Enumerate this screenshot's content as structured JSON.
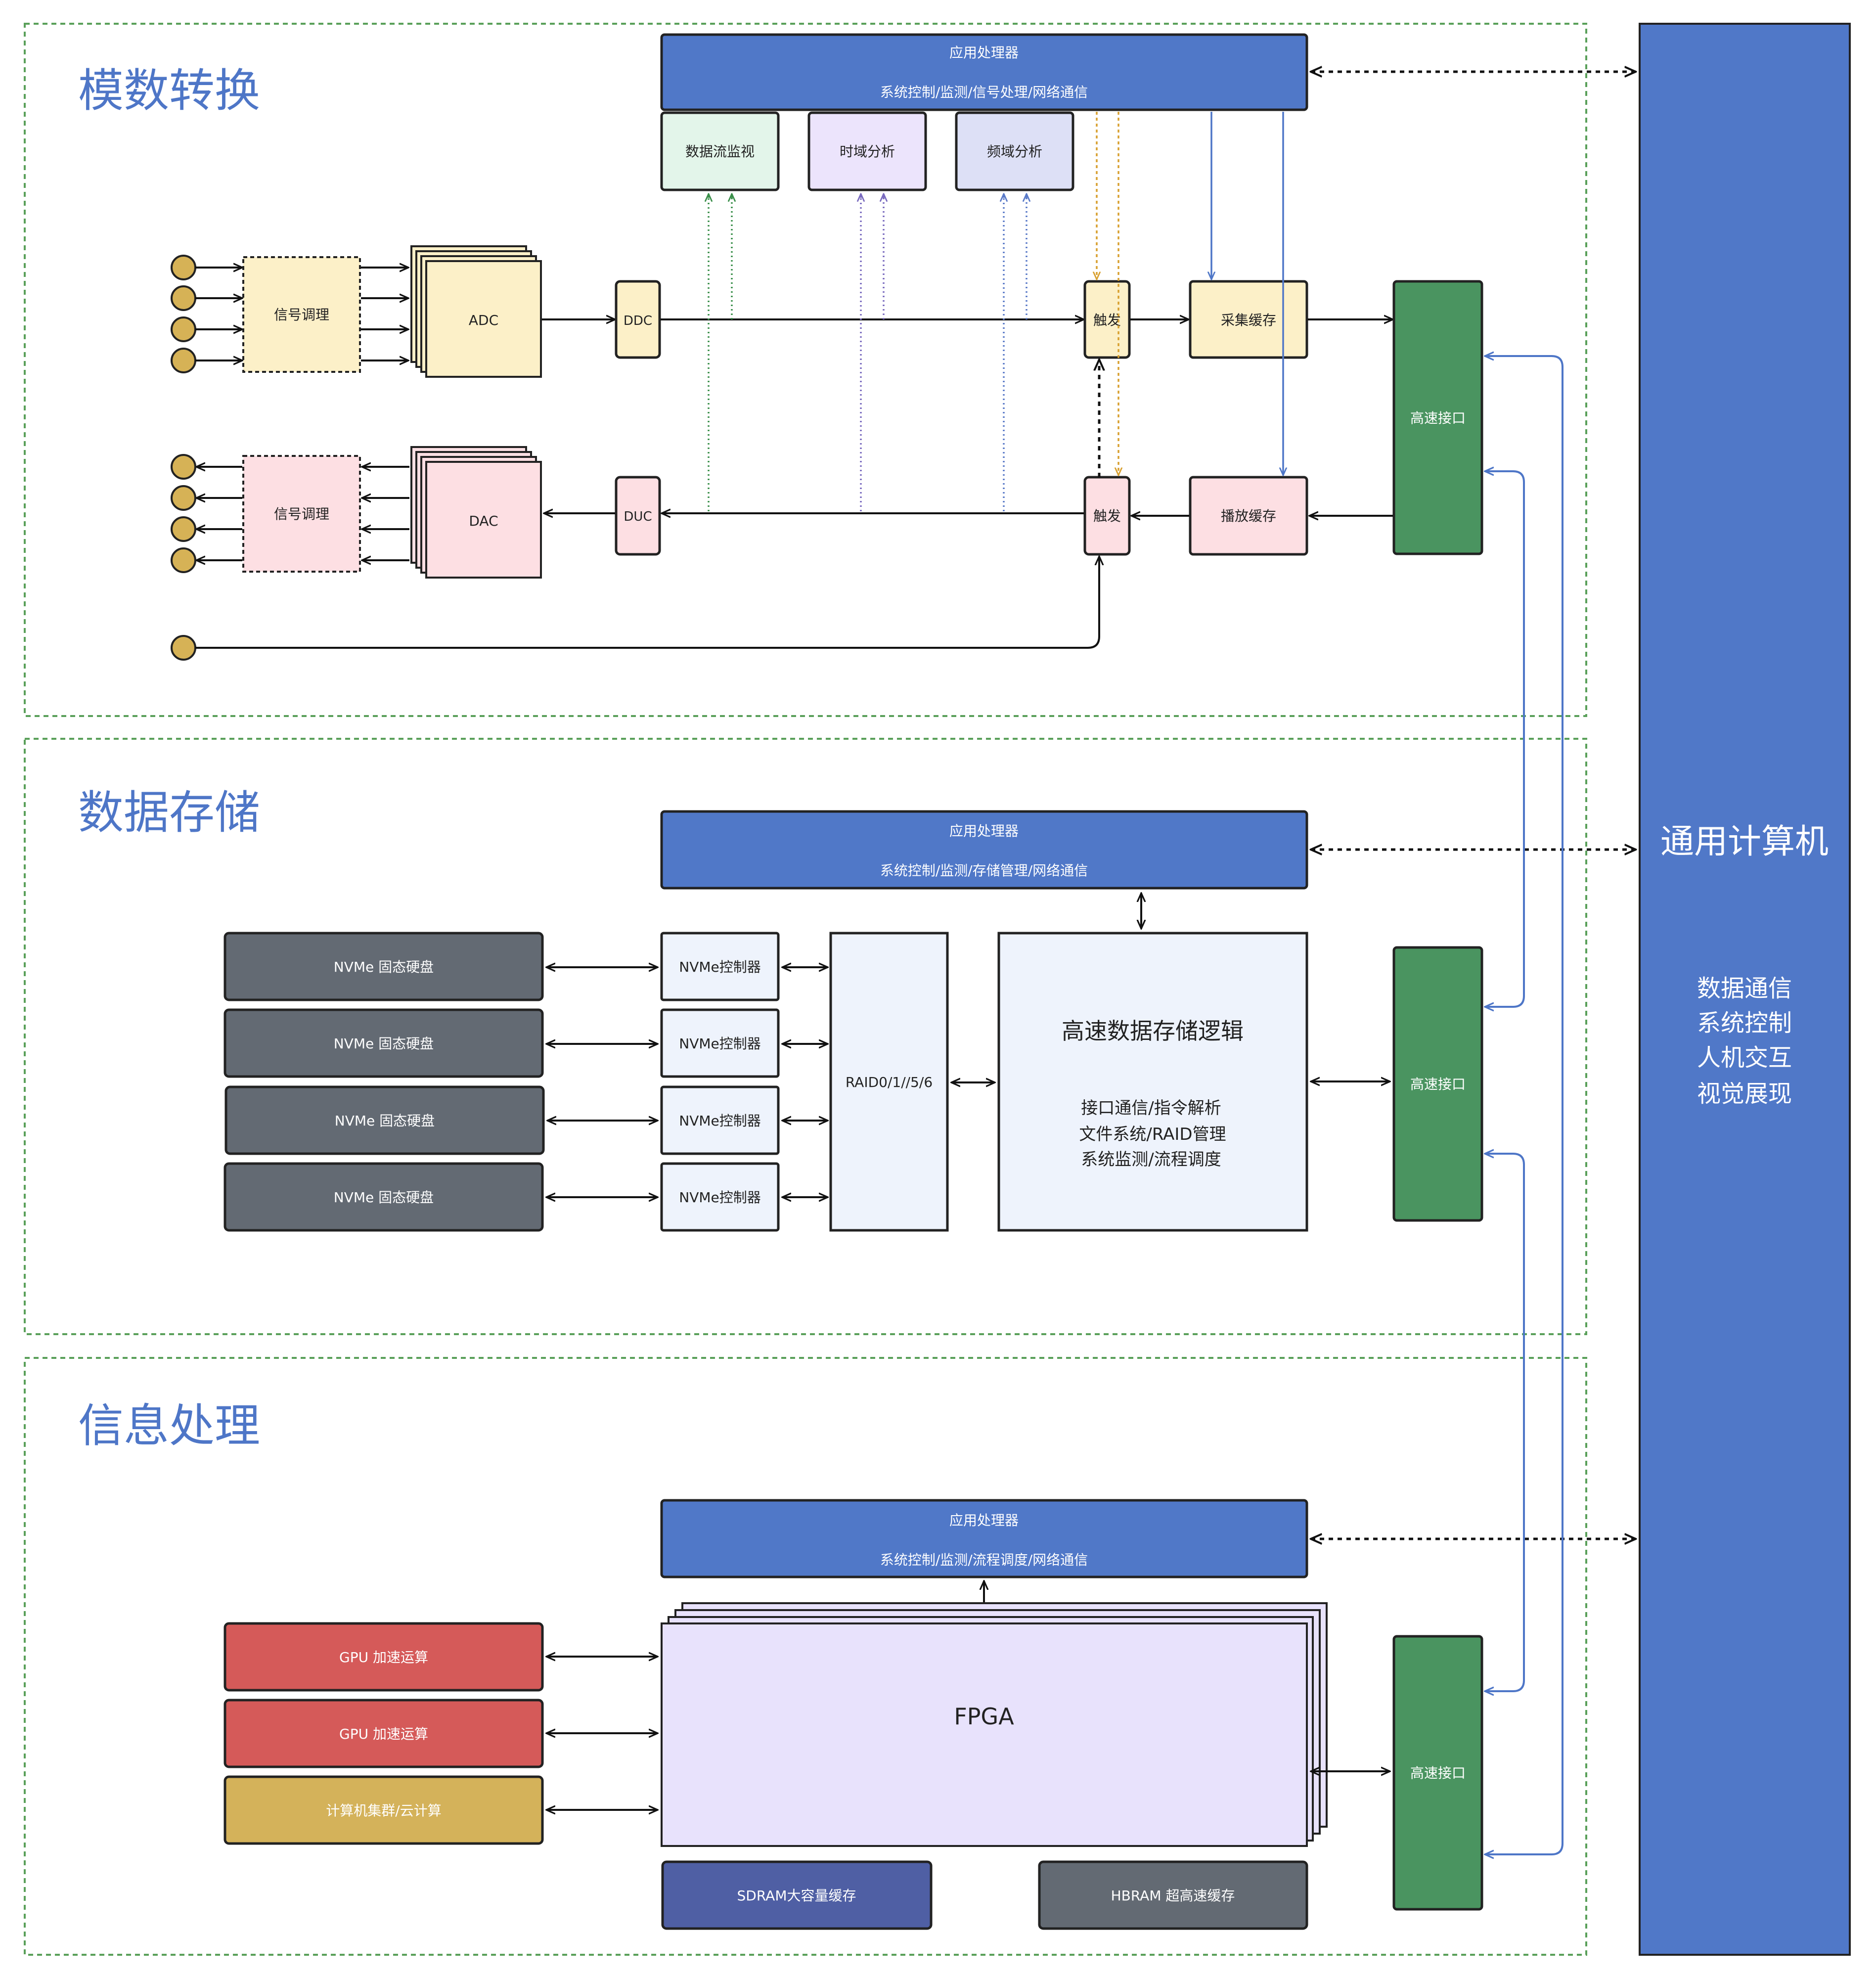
{
  "colors": {
    "section_border": "#5aa05a",
    "title": "#4e76c7",
    "app_proc": "#5078c8",
    "general_computer": "#5078c8",
    "hs_interface": "#4a9460",
    "connector": "#d6b256",
    "blue_link": "#4e76c7",
    "nvme_disk": "#636a73",
    "storage_logic": "#eef3fc",
    "fpga": "#e8e2fc",
    "gpu": "#d55a59",
    "cluster": "#d4b25a",
    "sdram": "#4f5fa4",
    "hbram": "#636a73",
    "adc_yellow": "#fcf0c8",
    "dac_pink": "#fddfe3",
    "monitor_green": "#e3f5ea",
    "monitor_purple": "#ece4fc",
    "monitor_blue": "#dde0f6",
    "trace_green": "#3a8f4a",
    "trace_purple": "#7a6bbf",
    "trace_blue": "#5a7ac8",
    "trace_orange": "#d8a030"
  },
  "sections": {
    "ad": {
      "title": "模数转换"
    },
    "storage": {
      "title": "数据存储"
    },
    "processing": {
      "title": "信息处理"
    }
  },
  "general_computer": {
    "title": "通用计算机",
    "functions": [
      "数据通信",
      "系统控制",
      "人机交互",
      "视觉展现"
    ]
  },
  "ad": {
    "app_processor": {
      "title": "应用处理器",
      "subtitle": "系统控制/监测/信号处理/网络通信"
    },
    "monitors": [
      "数据流监视",
      "时域分析",
      "频域分析"
    ],
    "signal_cond_in": "信号调理",
    "signal_cond_out": "信号调理",
    "adc": "ADC",
    "dac": "DAC",
    "ddc": "DDC",
    "duc": "DUC",
    "trigger_top": "触发",
    "trigger_bottom": "触发",
    "acq_buffer": "采集缓存",
    "play_buffer": "播放缓存",
    "hs_interface": "高速接口"
  },
  "storage": {
    "app_processor": {
      "title": "应用处理器",
      "subtitle": "系统控制/监测/存储管理/网络通信"
    },
    "disks": [
      "NVMe 固态硬盘",
      "NVMe 固态硬盘",
      "NVMe 固态硬盘",
      "NVMe 固态硬盘"
    ],
    "controllers": [
      "NVMe控制器",
      "NVMe控制器",
      "NVMe控制器",
      "NVMe控制器"
    ],
    "raid": "RAID0/1//5/6",
    "logic": {
      "title": "高速数据存储逻辑",
      "lines": [
        "接口通信/指令解析",
        "文件系统/RAID管理",
        "系统监测/流程调度"
      ]
    },
    "hs_interface": "高速接口"
  },
  "processing": {
    "app_processor": {
      "title": "应用处理器",
      "subtitle": "系统控制/监测/流程调度/网络通信"
    },
    "accelerators": [
      "GPU 加速运算",
      "GPU 加速运算",
      "计算机集群/云计算"
    ],
    "fpga": "FPGA",
    "sdram": "SDRAM大容量缓存",
    "hbram": "HBRAM 超高速缓存",
    "hs_interface": "高速接口"
  }
}
